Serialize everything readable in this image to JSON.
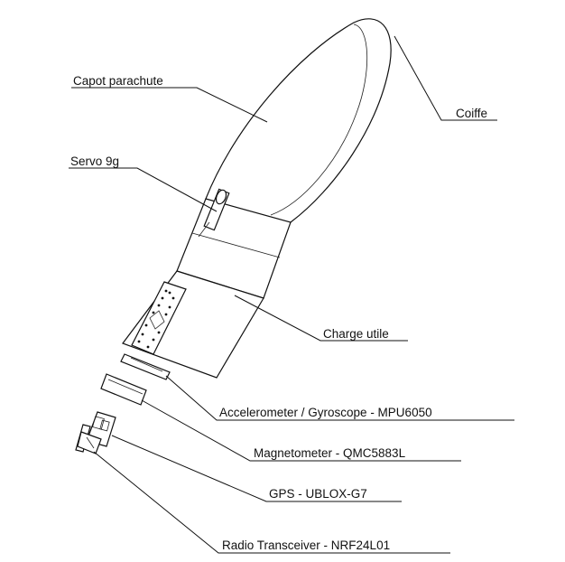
{
  "callouts": [
    {
      "id": "capot",
      "text": "Capot parachute"
    },
    {
      "id": "coiffe",
      "text": "Coiffe"
    },
    {
      "id": "servo",
      "text": "Servo 9g"
    },
    {
      "id": "charge",
      "text": "Charge utile"
    },
    {
      "id": "accel",
      "text": "Accelerometer / Gyroscope - MPU6050"
    },
    {
      "id": "magneto",
      "text": "Magnetometer - QMC5883L"
    },
    {
      "id": "gps",
      "text": "GPS - UBLOX-G7"
    },
    {
      "id": "radio",
      "text": "Radio Transceiver - NRF24L01"
    }
  ]
}
